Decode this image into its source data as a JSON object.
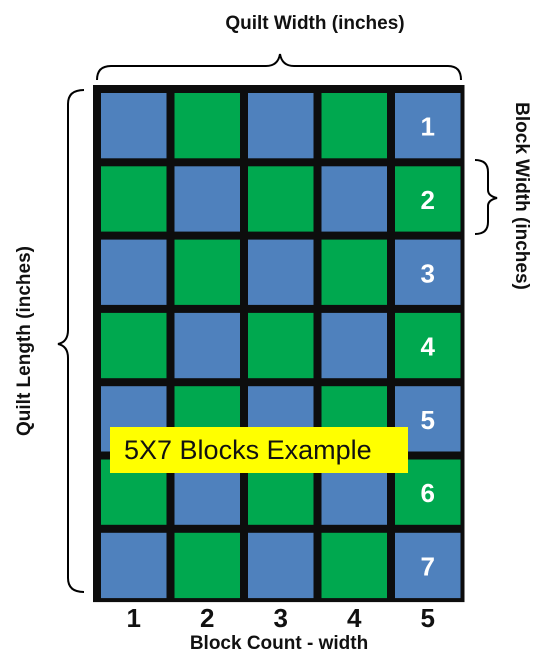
{
  "labels": {
    "top": "Quilt Width (inches)",
    "left": "Quilt Length (inches)",
    "right": "Block Width (inches)",
    "bottom": "Block Count - width",
    "banner": "5X7 Blocks Example"
  },
  "grid": {
    "columns": 5,
    "rows": 7,
    "row_numbers": [
      "1",
      "2",
      "3",
      "4",
      "5",
      "6",
      "7"
    ],
    "column_numbers": [
      "1",
      "2",
      "3",
      "4",
      "5"
    ]
  },
  "colors": {
    "blue": "#4f81bd",
    "green": "#00a84f",
    "border": "#0d0d0d",
    "banner": "#ffff00"
  }
}
